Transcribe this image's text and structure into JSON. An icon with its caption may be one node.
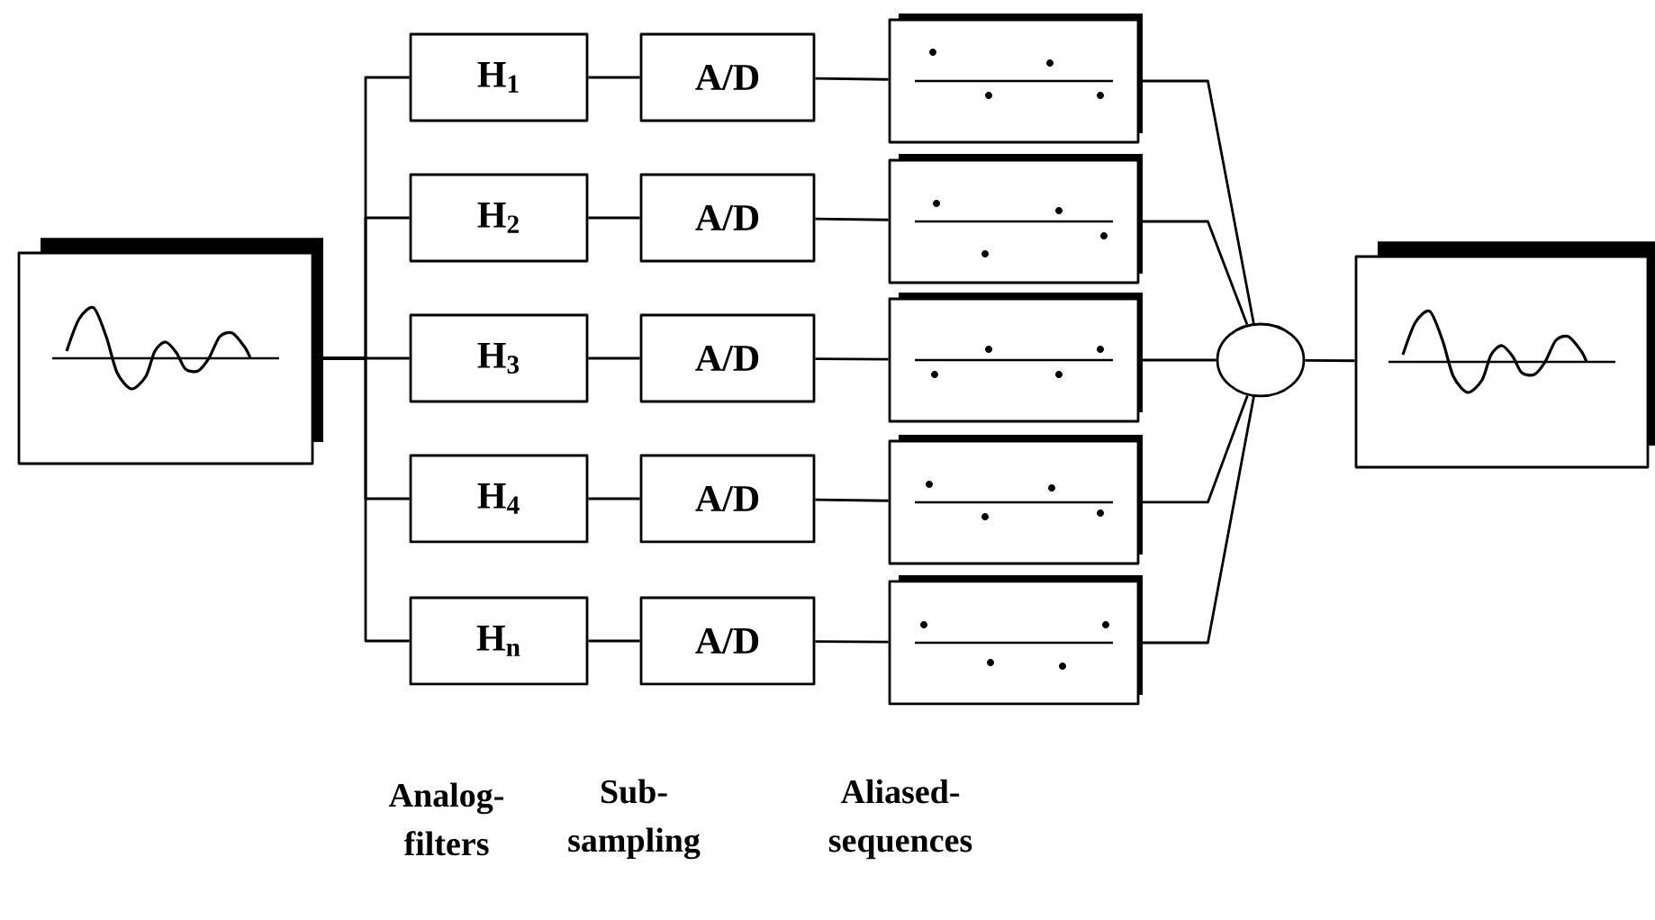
{
  "diagram": {
    "nodes": [
      {
        "text": [],
        "shape": "box"
      },
      {
        "text": [
          "H$_{1}$"
        ]
      },
      {
        "text": [
          "H$_{2}$"
        ]
      },
      {
        "text": [
          "H$_{3}$"
        ]
      },
      {
        "text": [
          "H$_{4}$"
        ]
      },
      {
        "text": [
          "H$_{n}$"
        ]
      },
      {
        "text": [
          "A/D"
        ]
      },
      {
        "text": [
          "A/D"
        ]
      },
      {
        "text": [
          "A/D"
        ]
      },
      {
        "text": [
          "A/D"
        ]
      },
      {
        "text": [
          "A/D"
        ]
      },
      {
        "text": [],
        "shape": "box"
      },
      {
        "text": [],
        "shape": "box"
      },
      {
        "text": [],
        "shape": "box"
      },
      {
        "text": [],
        "shape": "box"
      },
      {
        "text": [],
        "shape": "box"
      },
      {
        "text": [],
        "shape": "circle"
      },
      {
        "text": [],
        "shape": "box"
      }
    ],
    "edges": [
      {
        "from": 0,
        "to": 1,
        "arrow": "none"
      },
      {
        "from": 0,
        "to": 2,
        "arrow": "none"
      },
      {
        "from": 0,
        "to": 3,
        "arrow": "none"
      },
      {
        "from": 0,
        "to": 4,
        "arrow": "none"
      },
      {
        "from": 0,
        "to": 5,
        "arrow": "none"
      },
      {
        "from": 1,
        "to": 6,
        "arrow": "none"
      },
      {
        "from": 2,
        "to": 7,
        "arrow": "none"
      },
      {
        "from": 3,
        "to": 8,
        "arrow": "none"
      },
      {
        "from": 4,
        "to": 9,
        "arrow": "none"
      },
      {
        "from": 5,
        "to": 10,
        "arrow": "none"
      },
      {
        "from": 6,
        "to": 11,
        "arrow": "none"
      },
      {
        "from": 7,
        "to": 12,
        "arrow": "none"
      },
      {
        "from": 8,
        "to": 13,
        "arrow": "none"
      },
      {
        "from": 9,
        "to": 14,
        "arrow": "none"
      },
      {
        "from": 10,
        "to": 15,
        "arrow": "none"
      },
      {
        "from": 11,
        "to": 16,
        "arrow": "none"
      },
      {
        "from": 12,
        "to": 16,
        "arrow": "none"
      },
      {
        "from": 13,
        "to": 16,
        "arrow": "none"
      },
      {
        "from": 14,
        "to": 16,
        "arrow": "none"
      },
      {
        "from": 15,
        "to": 16,
        "arrow": "none"
      },
      {
        "from": 16,
        "to": 17,
        "arrow": "none"
      }
    ],
    "labels": [
      "Analog- filters",
      "Sub- sampling",
      "Aliased- sequences"
    ]
  }
}
